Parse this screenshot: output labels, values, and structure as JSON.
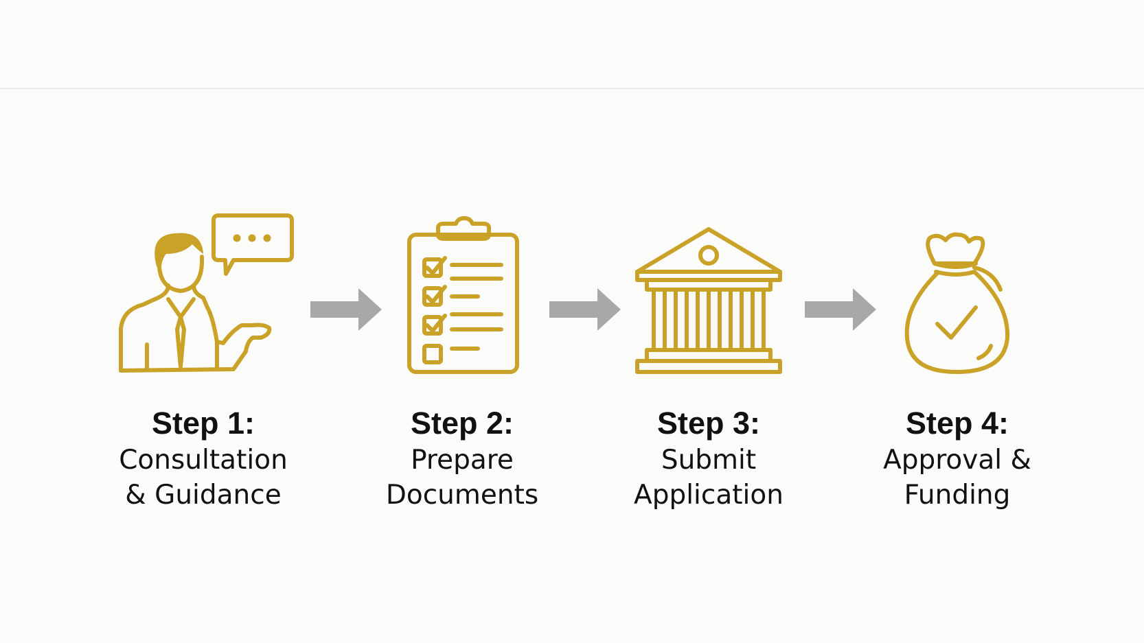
{
  "colors": {
    "icon": "#c9a227",
    "arrow": "#a8a8a8",
    "text": "#111111",
    "background": "#fbfbf9"
  },
  "steps": [
    {
      "title": "Step 1:",
      "line1": "Consultation",
      "line2": "& Guidance",
      "icon": "consultant-speech-icon"
    },
    {
      "title": "Step 2:",
      "line1": "Prepare",
      "line2": "Documents",
      "icon": "clipboard-checklist-icon"
    },
    {
      "title": "Step 3:",
      "line1": "Submit",
      "line2": "Application",
      "icon": "bank-building-icon"
    },
    {
      "title": "Step 4:",
      "line1": "Approval &",
      "line2": "Funding",
      "icon": "money-bag-check-icon"
    }
  ],
  "connectors": [
    "arrow-right-icon",
    "arrow-right-icon",
    "arrow-right-icon"
  ]
}
